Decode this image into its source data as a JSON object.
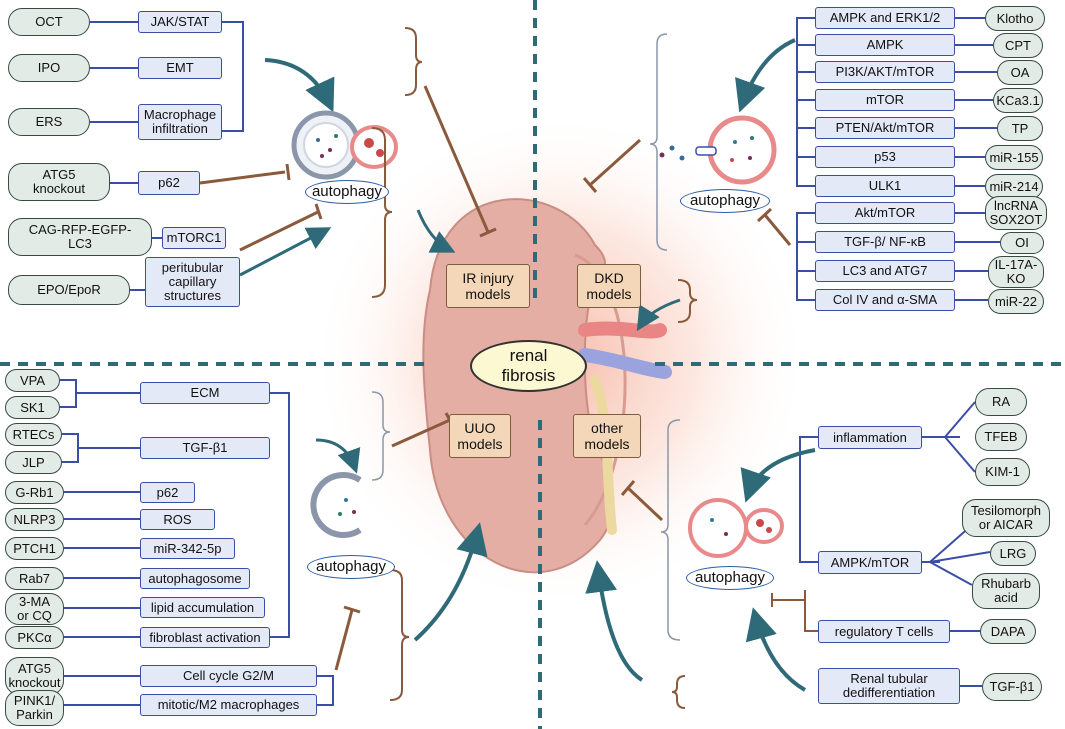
{
  "diagram_title": "",
  "colors": {
    "pill_fill": "#e3ebe6",
    "pill_border": "#374a44",
    "box_fill": "#e4e9f8",
    "box_border": "#3a4ea8",
    "model_fill": "#f3d7b8",
    "inhibit_line": "#8b5a3c",
    "promote_arrow": "#2f6a78",
    "bracket": "#8b5a3c",
    "divider": "#2f6a78"
  },
  "center": {
    "label": "renal\nfibrosis"
  },
  "models": {
    "ir": "IR injury\nmodels",
    "dkd": "DKD\nmodels",
    "uuo": "UUO\nmodels",
    "other": "other\nmodels"
  },
  "autophagy_label": "autophagy",
  "top_left": {
    "pills": [
      "OCT",
      "IPO",
      "ERS",
      "ATG5\nknockout",
      "CAG-RFP-EGFP-\nLC3",
      "EPO/EpoR"
    ],
    "mechanisms": [
      "JAK/STAT",
      "EMT",
      "Macrophage\ninfiltration",
      "p62",
      "mTORC1",
      "peritubular\ncapillary\nstructures"
    ]
  },
  "top_right": {
    "mechanisms": [
      "AMPK and ERK1/2",
      "AMPK",
      "PI3K/AKT/mTOR",
      "mTOR",
      "PTEN/Akt/mTOR",
      "p53",
      "ULK1",
      "Akt/mTOR",
      "TGF-β/ NF-κB",
      "LC3 and ATG7",
      "Col IV and α-SMA"
    ],
    "pills": [
      "Klotho",
      "CPT",
      "OA",
      "KCa3.1",
      "TP",
      "miR-155",
      "miR-214",
      "lncRNA\nSOX2OT",
      "OI",
      "IL-17A-\nKO",
      "miR-22"
    ]
  },
  "bottom_left": {
    "pills": [
      "VPA",
      "SK1",
      "RTECs",
      "JLP",
      "G-Rb1",
      "NLRP3",
      "PTCH1",
      "Rab7",
      "3-MA\nor CQ",
      "PKCα",
      "ATG5\nknockout",
      "PINK1/\nParkin"
    ],
    "mechanisms": [
      "ECM",
      "TGF-β1",
      "p62",
      "ROS",
      "miR-342-5p",
      "autophagosome",
      "lipid accumulation",
      "fibroblast activation",
      "Cell cycle G2/M",
      "mitotic/M2 macrophages"
    ]
  },
  "bottom_right": {
    "mechanisms": [
      "inflammation",
      "AMPK/mTOR",
      "regulatory T cells",
      "Renal tubular\ndedifferentiation"
    ],
    "pills": [
      "RA",
      "TFEB",
      "KIM-1",
      "Tesilomorph\nor AICAR",
      "LRG",
      "Rhubarb\nacid",
      "DAPA",
      "TGF-β1"
    ]
  }
}
